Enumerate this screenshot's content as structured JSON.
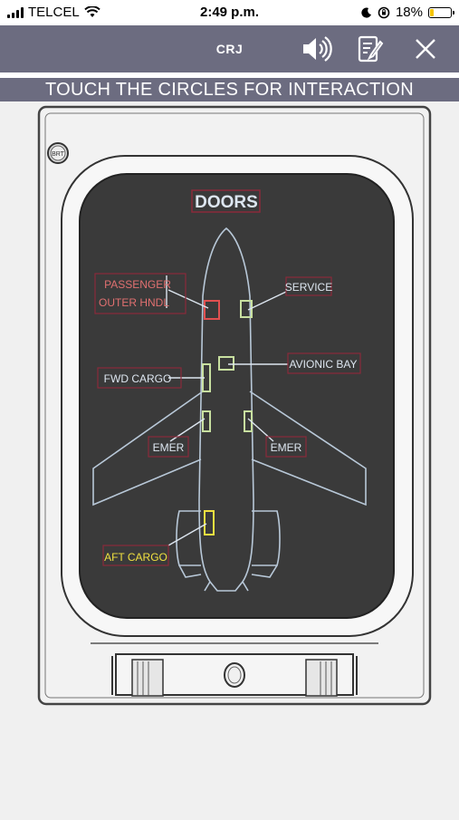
{
  "status_bar": {
    "carrier": "TELCEL",
    "time": "2:49 p.m.",
    "battery_percent": "18%",
    "battery_level": 0.18
  },
  "header": {
    "title": "CRJ",
    "icons": [
      "speaker-icon",
      "notes-icon",
      "close-icon"
    ]
  },
  "instruction": "TOUCH THE CIRCLES FOR INTERACTION",
  "panel": {
    "brt_label": "BRT",
    "screen_title": "DOORS",
    "labels": {
      "passenger_line1": "PASSENGER",
      "passenger_line2": "OUTER HNDL",
      "service": "SERVICE",
      "avionic_bay": "AVIONIC BAY",
      "fwd_cargo": "FWD CARGO",
      "emer_left": "EMER",
      "emer_right": "EMER",
      "aft_cargo": "AFT CARGO"
    }
  },
  "colors": {
    "header_bg": "#6c6c80",
    "screen_bg": "#3a3a3a",
    "outline": "#b8c8d8",
    "door_closed": "#c8e0a0",
    "door_open_red": "#e05050",
    "door_aft_yellow": "#f0e040",
    "label_box": "#8a2a3a"
  }
}
